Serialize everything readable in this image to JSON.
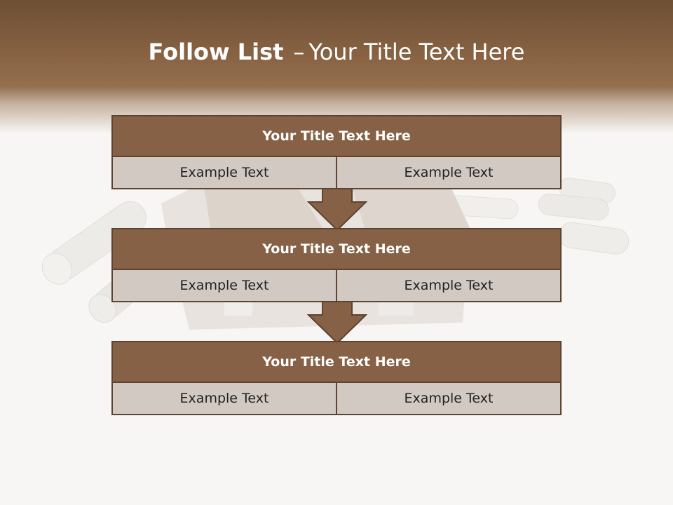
{
  "slide": {
    "title_bold": "Follow List",
    "title_sep": "–",
    "title_rest": "Your Title Text Here"
  },
  "blocks": [
    {
      "title": "Your Title Text Here",
      "left": "Example Text",
      "right": "Example Text"
    },
    {
      "title": "Your Title Text Here",
      "left": "Example Text",
      "right": "Example Text"
    },
    {
      "title": "Your Title Text Here",
      "left": "Example Text",
      "right": "Example Text"
    }
  ],
  "colors": {
    "header": "#8a6444",
    "block_title": "#866146",
    "block_cell": "#d2c9c3",
    "border": "#5c4332"
  }
}
